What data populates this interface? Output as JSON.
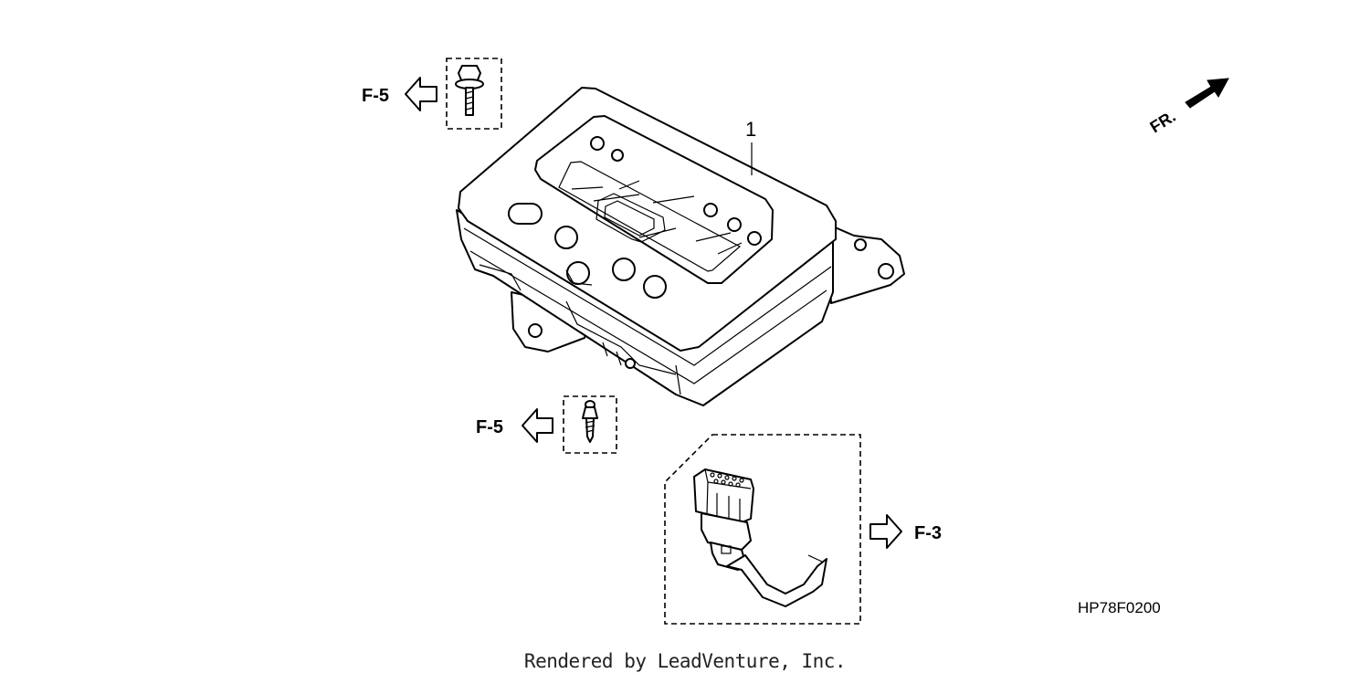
{
  "diagram": {
    "part_number_label": "1",
    "ref_top": "F-5",
    "ref_middle": "F-5",
    "ref_connector": "F-3",
    "front_indicator": "FR.",
    "drawing_code": "HP78F0200"
  },
  "footer": {
    "text": "Rendered by LeadVenture, Inc."
  }
}
